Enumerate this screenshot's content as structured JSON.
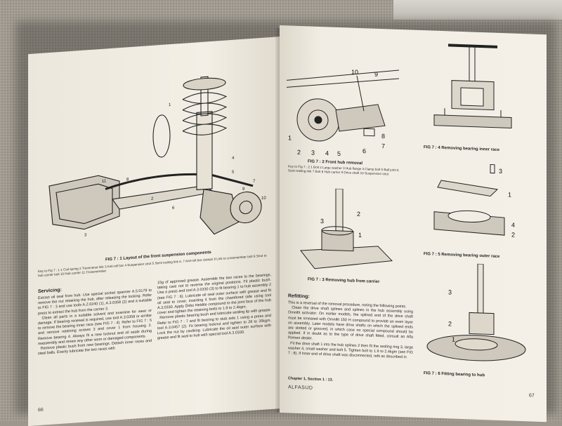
{
  "left_page": {
    "figure_caption": "FIG 7 : 1   Layout of the front suspension components",
    "figure_labels": [
      "1",
      "2",
      "3",
      "4",
      "5",
      "6",
      "7",
      "8",
      "9",
      "10",
      "11"
    ],
    "key": "Key to Fig 7 : 1   1 Coil spring   2 Transverse link   3 Anti-roll bar   4 Suspension strut   5 Semi trailing link   6, 7 Anti-roll bar clamps   8 Link to crossmember bolt   9 Strut to hub carrier bolt   10 Hub carrier   11 Crossmember",
    "heading": "Servicing:",
    "col1": "Extract oil seal from hub. Use special socket spanner A.5.0179 to remove the nut retaining the hub, after releasing the locking. Refer to FIG 7 : 3 and use tools A.Z.0240 (1), A.3.0358 (2) and a suitable press to extract the hub from the carrier 3.\n  Clean all parts in a suitable solvent and examine for wear or damage. If bearing renewal is required, use tool A.3.0358 or similar to remove the bearing inner race (see FIG 7 : 4). Refer to FIG 7 : 5 and remove retaining screws 3 and cover 1 from housing 2. Remove bearing 4. Always fit a new locknut and oil seals during reassembly and renew any other worn or damaged components.\n  Remove plastic bush from new bearings. Detach inner races and steel balls. Evenly lubricate the two races with",
    "col2": "15g of approved grease. Assemble the two races to the bearings, taking care not to reverse the original positions. Fit plastic bush. Use a press and tool A.3.0330 (3) to fit bearing 1 to hub assembly 2 (see FIG 7 : 6). Lubricate oil seal outer surface with grease and fit oil seal to cover, inserting it from the chamfered side using tool A.3.0330. Apply Dirko Heldite compound to the joint face of the hub cover and tighten the retaining bolts to 1.9 to 2.4kgm.\n  Remove plastic bearing bush and lubricate sealing lip with grease. Refer to FIG 7 : 7 and fit bearing to stub axle 1 using a press and tool A.3.0457 (2). Fit bearing locknut and tighten to 28 to 35kgm. Lock the nut by caulking. Lubricate the oil seal outer surface with grease and fit seal to hub with special tool A.3.0330.",
    "page_number": "66"
  },
  "right_page": {
    "fig2_caption": "FIG 7 : 2   Front hub removal",
    "fig2_labels": [
      "1",
      "2",
      "3",
      "4",
      "5",
      "6",
      "7",
      "8",
      "9",
      "10"
    ],
    "fig2_key": "Key to Fig 7 : 2   1 Bolt   2 Large washer   3 Hub flange   4 Clamp bolt   5 Ball joint   6 Semi trailing link   7 Bolt   8 Hub carrier   9 Drive shaft   10 Suspension strut",
    "fig3_caption": "FIG 7 : 3   Removing hub from carrier",
    "fig3_labels": [
      "1",
      "2",
      "3"
    ],
    "fig4_caption": "FIG 7 : 4   Removing bearing inner race",
    "fig5_caption": "FIG 7 : 5   Removing bearing outer race",
    "fig5_labels": [
      "1",
      "2",
      "3",
      "4"
    ],
    "fig6_caption": "FIG 7 : 6   Fitting bearing to hub",
    "fig6_labels": [
      "1",
      "2",
      "3"
    ],
    "heading": "Refitting:",
    "body": "This is a reversal of the removal procedure, noting the following points.\n  Clean the drive shaft splines and splines in the hub assembly using Omnifit activator. On earlier models, the splined end of the drive shaft must be smeared with Omnifit 150 H compound to provide an even layer on assembly. Later models have drive shafts on which the splined ends are slotted or grooved, in which case no special compound should be applied. If in doubt as to the type of drive shaft fitted, consult an Alfa Romeo dealer.\n  Fit the drive shaft 1 into the hub splines 2 then fit the sealing ring 3, large washer 4, small washer and bolt 5. Tighten bolt to 1.9 to 2.4kgm (see FIG 7 : 8). If inner end of drive shaft was disconnected, refit as described in",
    "body_end": "Chapter 1, Section 1 : 13.",
    "running_head": "ALFASUD",
    "page_number": "67"
  }
}
